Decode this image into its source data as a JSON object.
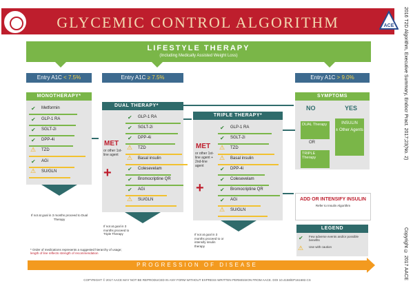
{
  "header": {
    "title": "Glycemic Control Algorithm"
  },
  "lifestyle": {
    "title": "LIFESTYLE THERAPY",
    "subtitle": "(Including Medically Assisted Weight Loss)"
  },
  "entries": {
    "e1": {
      "pre": "Entry A1C ",
      "hl": "< 7.5%"
    },
    "e2": {
      "pre": "Entry A1C ",
      "hl": "≥ 7.5%"
    },
    "e3": {
      "pre": "Entry A1C ",
      "hl": "> 9.0%"
    }
  },
  "mono": {
    "title": "MONOTHERAPY*",
    "drugs": [
      "Metformin",
      "GLP-1 RA",
      "SGLT-2i",
      "DPP-4i",
      "TZD",
      "AGi",
      "SU/GLN"
    ],
    "note": "If not at goal in 3 months proceed to Dual Therapy"
  },
  "dual": {
    "title": "DUAL THERAPY*",
    "met": "MET",
    "met_sub": "or other 1st-line agent",
    "drugs": [
      "GLP-1 RA",
      "SGLT-2i",
      "DPP-4i",
      "TZD",
      "Basal insulin",
      "Colesevelam",
      "Bromocriptine QR",
      "AGi",
      "SU/GLN"
    ],
    "note": "If not at goal in 3 months proceed to Triple Therapy"
  },
  "triple": {
    "title": "TRIPLE THERAPY*",
    "met": "MET",
    "met_sub": "or other 1st-line agent + 2nd-line agent",
    "drugs": [
      "GLP-1 RA",
      "SGLT-2i",
      "TZD",
      "Basal insulin",
      "DPP-4i",
      "Colesevelam",
      "Bromocriptine QR",
      "AGi",
      "SU/GLN"
    ],
    "note": "If not at goal in 3 months proceed to or intensify insulin therapy"
  },
  "symptoms": {
    "title": "SYMPTOMS",
    "no": "NO",
    "yes": "YES",
    "no_box1": "DUAL Therapy",
    "or": "OR",
    "no_box2": "TRIPLE Therapy",
    "yes_box_a": "INSULIN",
    "yes_box_b": "± Other Agents"
  },
  "intensify": {
    "title": "ADD OR INTENSIFY INSULIN",
    "sub": "Refer to Insulin Algorithm"
  },
  "legend": {
    "title": "LEGEND",
    "item1": "Few adverse events and/or possible benefits",
    "item2": "Use with caution"
  },
  "footnote": {
    "line1": "* Order of medications represents a suggested hierarchy of usage;",
    "line2": "length of line reflects strength of recommendation"
  },
  "progression": "PROGRESSION OF DISEASE",
  "footer": "COPYRIGHT © 2017 AACE MAY NOT BE REPRODUCED IN ANY FORM WITHOUT EXPRESS WRITTEN PERMISSION FROM AACE. DOI 10.4158/EP161682.CS",
  "side_top": "2016 T2D Algorithm, Executive Summary, Endocr Pract. 2017;23(No. 2)",
  "side_bottom": "Copyright © 2017 AACE",
  "colors": {
    "red": "#be1e2d",
    "green": "#7ab648",
    "teal": "#2f6b6b",
    "orange": "#f39a1f",
    "navy": "#3d6a8f"
  }
}
